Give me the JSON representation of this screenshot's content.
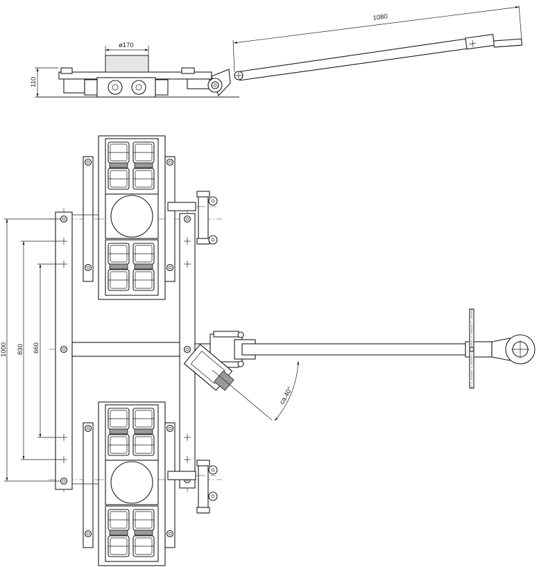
{
  "dimensions": {
    "handle_length": "1080",
    "roller_diameter": "ø170",
    "height": "110",
    "width_total": "1000",
    "width_mid": "830",
    "width_inner": "660",
    "steer_angle": "ca.40°"
  }
}
